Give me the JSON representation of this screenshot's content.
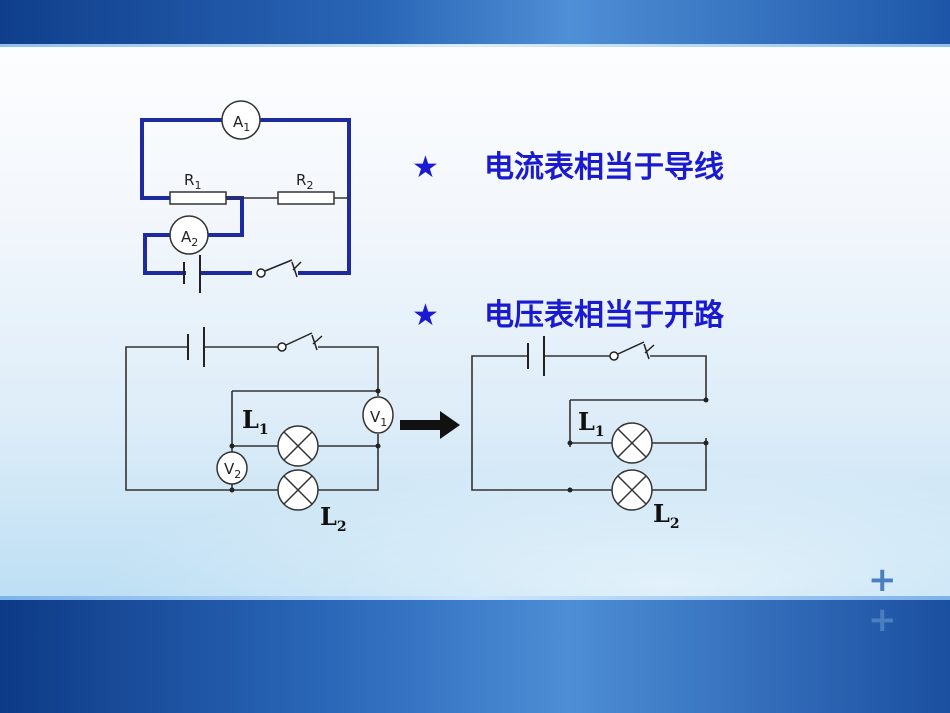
{
  "statements": [
    {
      "star": "★",
      "text": "电流表相当于导线"
    },
    {
      "star": "★",
      "text": "电压表相当于开路"
    }
  ],
  "circuit1": {
    "ammeter1": {
      "letter": "A",
      "sub": "1"
    },
    "ammeter2": {
      "letter": "A",
      "sub": "2"
    },
    "resistor1": {
      "letter": "R",
      "sub": "1"
    },
    "resistor2": {
      "letter": "R",
      "sub": "2"
    }
  },
  "circuit2": {
    "voltmeter1": {
      "letter": "V",
      "sub": "1"
    },
    "voltmeter2": {
      "letter": "V",
      "sub": "2"
    },
    "lamp1": {
      "letter": "L",
      "sub": "1"
    },
    "lamp2": {
      "letter": "L",
      "sub": "2"
    }
  },
  "circuit3": {
    "lamp1": {
      "letter": "L",
      "sub": "1"
    },
    "lamp2": {
      "letter": "L",
      "sub": "2"
    }
  },
  "decor": {
    "plus": "+ +"
  },
  "colors": {
    "statement": "#1a1ad0",
    "wire_blue": "#1e2aa0",
    "wire_gray": "#333333"
  }
}
